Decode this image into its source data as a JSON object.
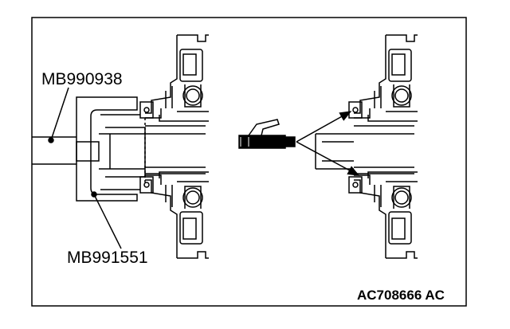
{
  "figure": {
    "tool_label_upper": "MB990938",
    "tool_label_lower": "MB991551",
    "figure_code": "AC708666 AC"
  },
  "icons": [
    "air-gun-icon"
  ],
  "colors": {
    "line": "#000000",
    "background": "#ffffff"
  }
}
